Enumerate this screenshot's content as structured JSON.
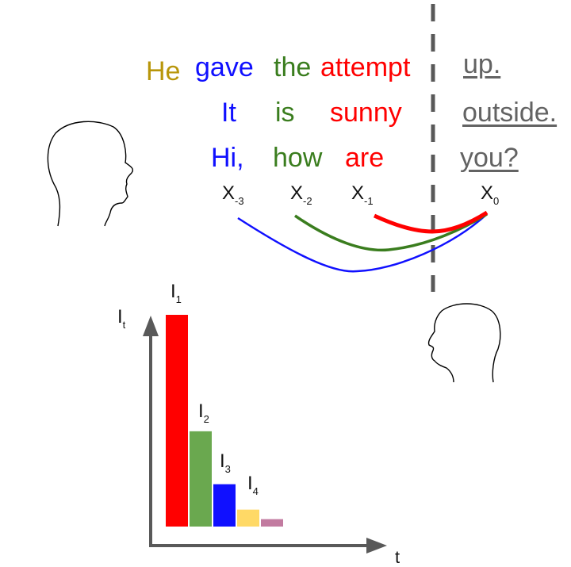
{
  "colors": {
    "gold": "#b8960b",
    "blue": "#1010ff",
    "green": "#3a7d1e",
    "red": "#ff0000",
    "gray": "#636363",
    "bar_green": "#6aa84f",
    "bar_yellow": "#ffd966",
    "bar_pink": "#c27ba0"
  },
  "sentences": {
    "row1": {
      "w1": "He",
      "w2": "gave",
      "w3": "the",
      "w4": "attempt",
      "end": "up."
    },
    "row2": {
      "w1": "It",
      "w2": "is",
      "w3": "sunny",
      "end": "outside."
    },
    "row3": {
      "w1": "Hi,",
      "w2": "how",
      "w3": "are",
      "end": "you?"
    }
  },
  "context_labels": {
    "x3": {
      "base": "X",
      "sub": "-3"
    },
    "x2": {
      "base": "X",
      "sub": "-2"
    },
    "x1": {
      "base": "X",
      "sub": "-1"
    },
    "x0": {
      "base": "X",
      "sub": "0"
    }
  },
  "chart_data": {
    "type": "bar",
    "xlabel": "t",
    "ylabel": {
      "base": "I",
      "sub": "t"
    },
    "categories": [
      "1",
      "2",
      "3",
      "4",
      "5"
    ],
    "values": [
      100,
      45,
      20,
      8,
      3.5
    ],
    "bar_labels": [
      {
        "base": "I",
        "sub": "1"
      },
      {
        "base": "I",
        "sub": "2"
      },
      {
        "base": "I",
        "sub": "3"
      },
      {
        "base": "I",
        "sub": "4"
      }
    ],
    "ylim": [
      0,
      100
    ]
  },
  "icons": [
    "person-head-left-icon",
    "person-head-right-icon"
  ]
}
